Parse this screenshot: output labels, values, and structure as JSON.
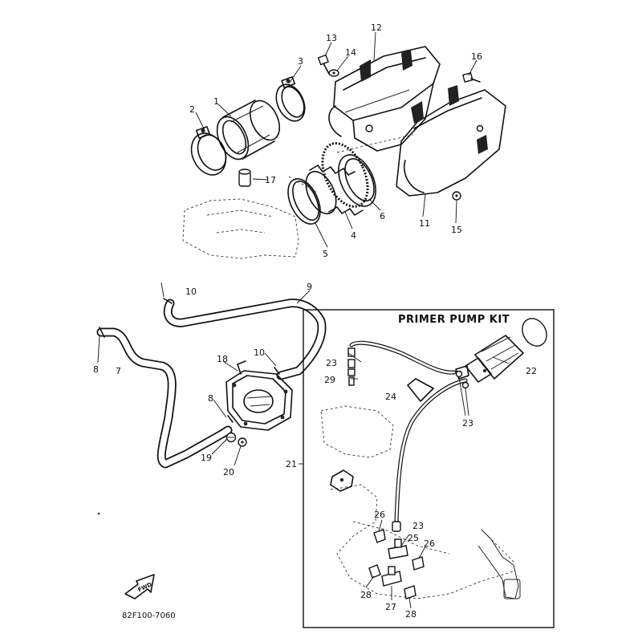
{
  "kit_title": "PRIMER PUMP KIT",
  "diagram_code": "82F100-7060",
  "front_label": "FWD",
  "callouts": {
    "c1": "1",
    "c2": "2",
    "c3": "3",
    "c4": "4",
    "c5": "5",
    "c6": "6",
    "c7": "7",
    "c8a": "8",
    "c8b": "8",
    "c9": "9",
    "c10a": "10",
    "c10b": "10",
    "c11": "11",
    "c12": "12",
    "c13": "13",
    "c14": "14",
    "c15": "15",
    "c16": "16",
    "c17": "17",
    "c18": "18",
    "c19": "19",
    "c20": "20",
    "c21": "21",
    "c22": "22",
    "c23a": "23",
    "c23b": "23",
    "c23c": "23",
    "c24": "24",
    "c25": "25",
    "c26a": "26",
    "c26b": "26",
    "c27": "27",
    "c28a": "28",
    "c28b": "28",
    "c29": "29"
  }
}
